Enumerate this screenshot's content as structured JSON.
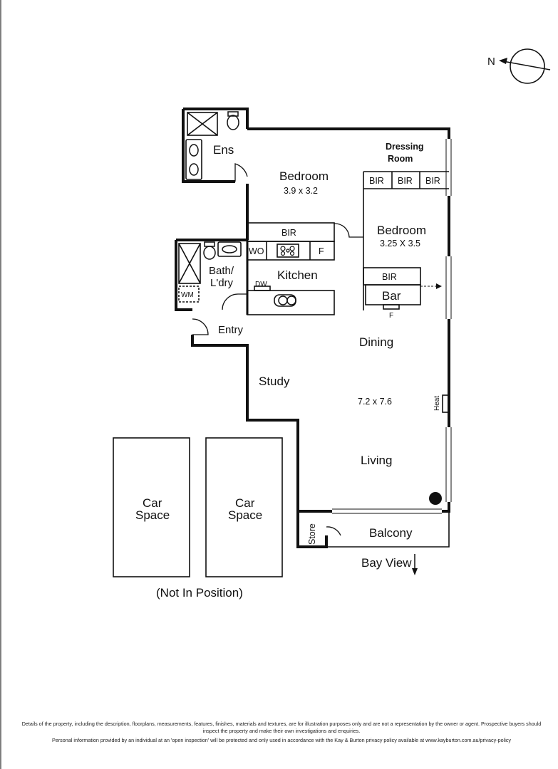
{
  "compass": {
    "north_label": "N"
  },
  "rooms": {
    "ensuite": "Ens",
    "bedroom1_name": "Bedroom",
    "bedroom1_size": "3.9 x 3.2",
    "dressing_room_line1": "Dressing",
    "dressing_room_line2": "Room",
    "bedroom2_name": "Bedroom",
    "bedroom2_size": "3.25 X 3.5",
    "bath_line1": "Bath/",
    "bath_line2": "L'dry",
    "kitchen": "Kitchen",
    "entry": "Entry",
    "dining": "Dining",
    "study": "Study",
    "living_size": "7.2 x 7.6",
    "living": "Living",
    "store": "Store",
    "balcony": "Balcony",
    "bar": "Bar"
  },
  "fixtures": {
    "bir": "BIR",
    "wo": "WO",
    "fridge": "F",
    "dishwasher": "DW",
    "washing_machine": "WM",
    "heater": "Heat",
    "bar_fridge": "F"
  },
  "annotations": {
    "bay_view": "Bay View",
    "not_in_position": "(Not In Position)"
  },
  "car_spaces": [
    {
      "line1": "Car",
      "line2": "Space"
    },
    {
      "line1": "Car",
      "line2": "Space"
    }
  ],
  "disclaimer": {
    "line1": "Details of the property, including the description, floorplans, measurements, features, finishes, materials and textures, are for illustration purposes only and are not a representation by the owner or agent.  Prospective buyers should inspect the property and make their own investigations and enquiries.",
    "line2": "Personal information provided by an individual at an 'open inspection' will be protected and only used in accordance with the Kay & Burton privacy policy available at www.kayburton.com.au/privacy-policy"
  }
}
